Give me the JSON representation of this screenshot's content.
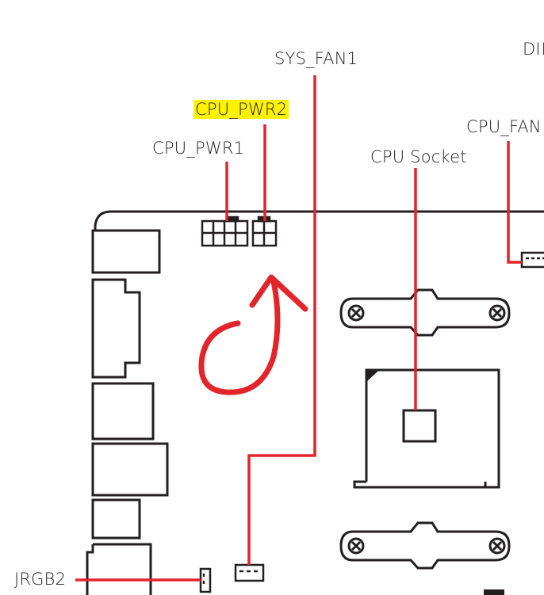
{
  "diagram": {
    "title": "Motherboard connector layout (partial)",
    "labels": {
      "sys_fan1": "SYS_FAN1",
      "cpu_pwr2": "CPU_PWR2",
      "cpu_pwr1": "CPU_PWR1",
      "cpu_socket": "CPU Socket",
      "cpu_fan": "CPU_FAN",
      "dimm": "DIM",
      "jrgb2": "JRGB2"
    },
    "highlighted_label": "cpu_pwr2",
    "colors": {
      "leader_line": "#e3242b",
      "outline": "#231f20",
      "highlight": "#fff200",
      "annotation": "#e3242b"
    },
    "annotation": "hand-drawn red arrow pointing up toward CPU_PWR connectors"
  }
}
